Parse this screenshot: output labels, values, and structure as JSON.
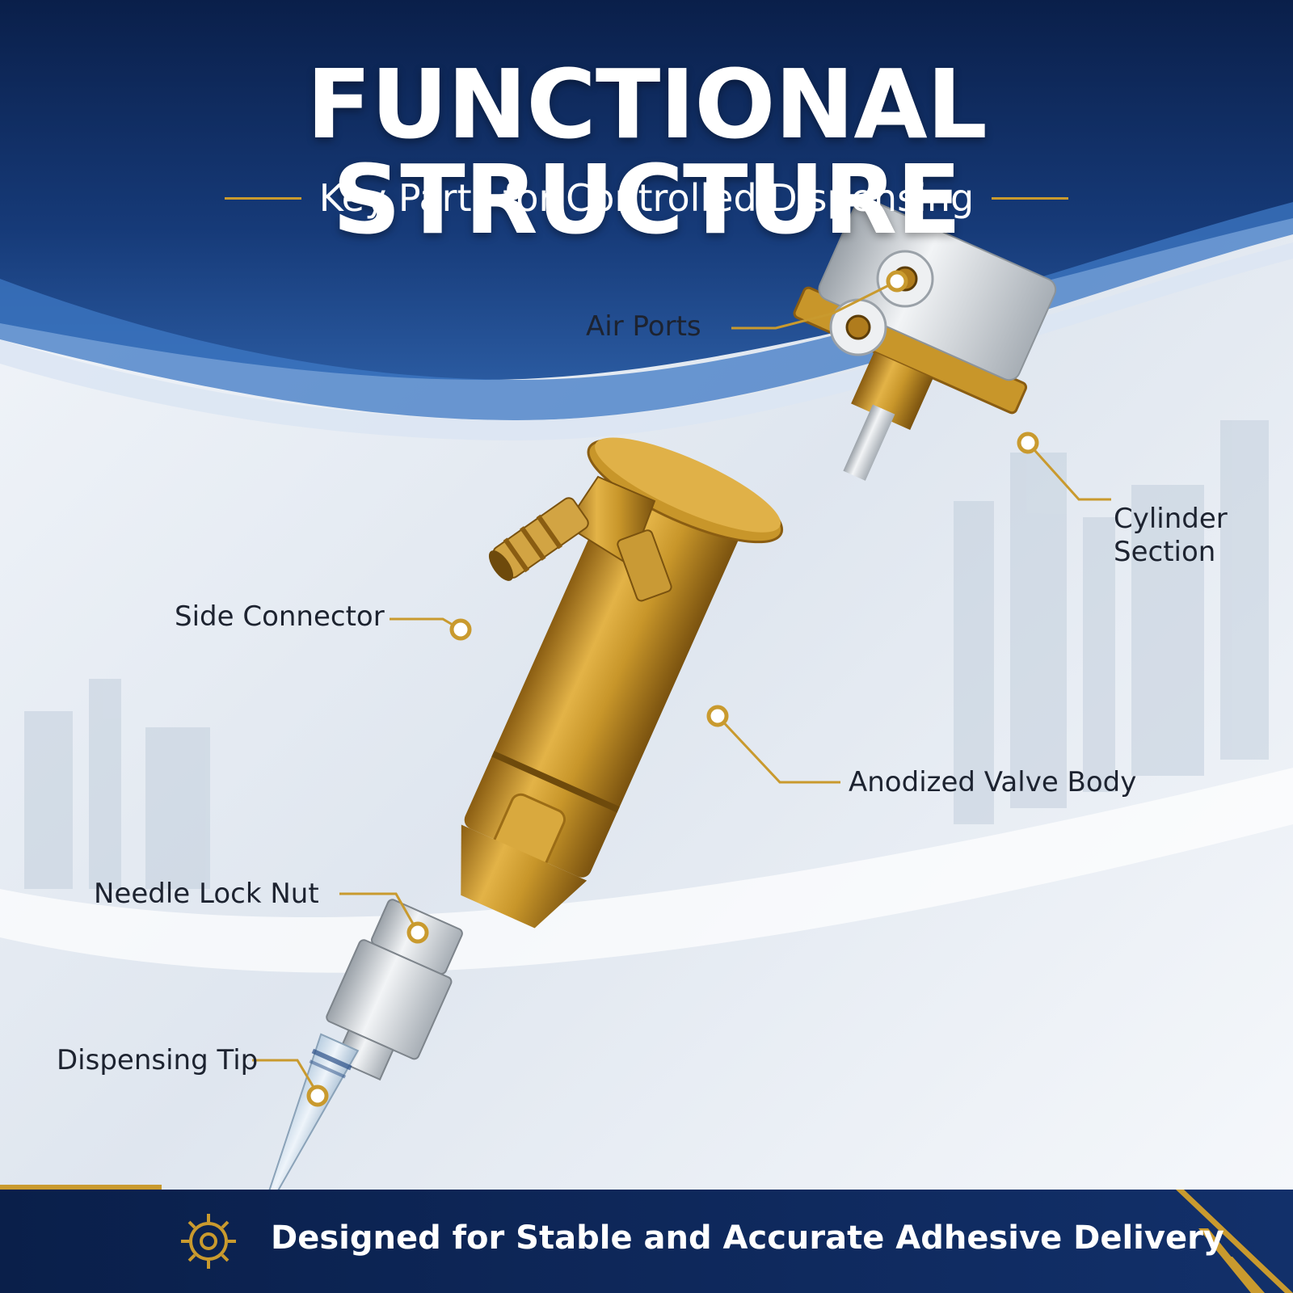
{
  "header": {
    "title": "FUNCTIONAL STRUCTURE",
    "subtitle": "Key Parts for Controlled Dispensing"
  },
  "callouts": {
    "air_ports": "Air Ports",
    "cylinder_section_line1": "Cylinder",
    "cylinder_section_line2": "Section",
    "side_connector": "Side Connector",
    "valve_body": "Anodized Valve Body",
    "needle_lock_nut": "Needle Lock Nut",
    "dispensing_tip": "Dispensing Tip"
  },
  "footer": {
    "text": "Designed for Stable and Accurate Adhesive Delivery",
    "icon": "gear-icon"
  },
  "colors": {
    "navy": "#0f2a5a",
    "gold": "#c99a2e",
    "brass": "#c8962a",
    "aluminum": "#d5d9de"
  }
}
